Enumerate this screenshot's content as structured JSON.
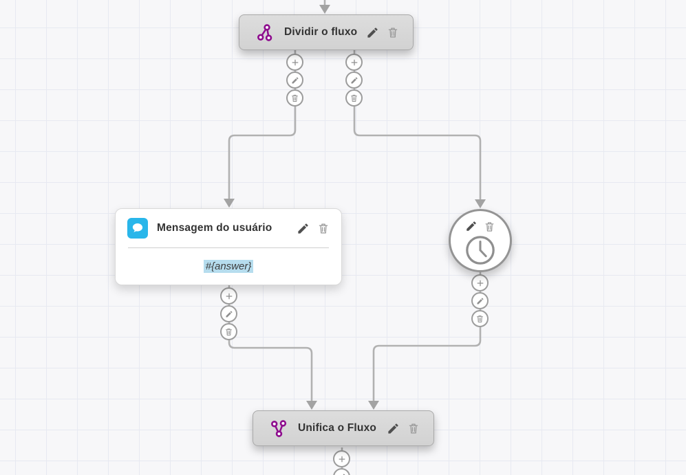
{
  "canvas": {
    "type": "chatbot-flow-editor",
    "background_color": "#f7f7f9",
    "grid_line_color": "#e7e9f1"
  },
  "palette": {
    "node_gray": "#d8d8d8",
    "node_border": "#a8a8a8",
    "connector_gray": "#b1b1b1",
    "accent_purple": "#8e0d8e",
    "accent_blue": "#29b6ea",
    "variable_highlight": "#b6ddee",
    "icon_dark": "#4f4f4f",
    "icon_gray": "#969696"
  },
  "nodes": {
    "dividir": {
      "title": "Dividir o fluxo",
      "icon": "split-icon",
      "actions": [
        "edit",
        "delete"
      ]
    },
    "mensagem": {
      "title": "Mensagem do usuário",
      "body_variable": "#{answer}",
      "icon": "chat-bubble-icon",
      "actions": [
        "edit",
        "delete"
      ]
    },
    "timer": {
      "icon": "clock-icon",
      "actions": [
        "edit",
        "delete"
      ]
    },
    "unifica": {
      "title": "Unifica o Fluxo",
      "icon": "merge-icon",
      "actions": [
        "edit",
        "delete"
      ]
    }
  },
  "hover_buttons": {
    "items": [
      "add",
      "edit",
      "delete"
    ],
    "icons": [
      "plus-icon",
      "pencil-icon",
      "trash-icon"
    ]
  }
}
